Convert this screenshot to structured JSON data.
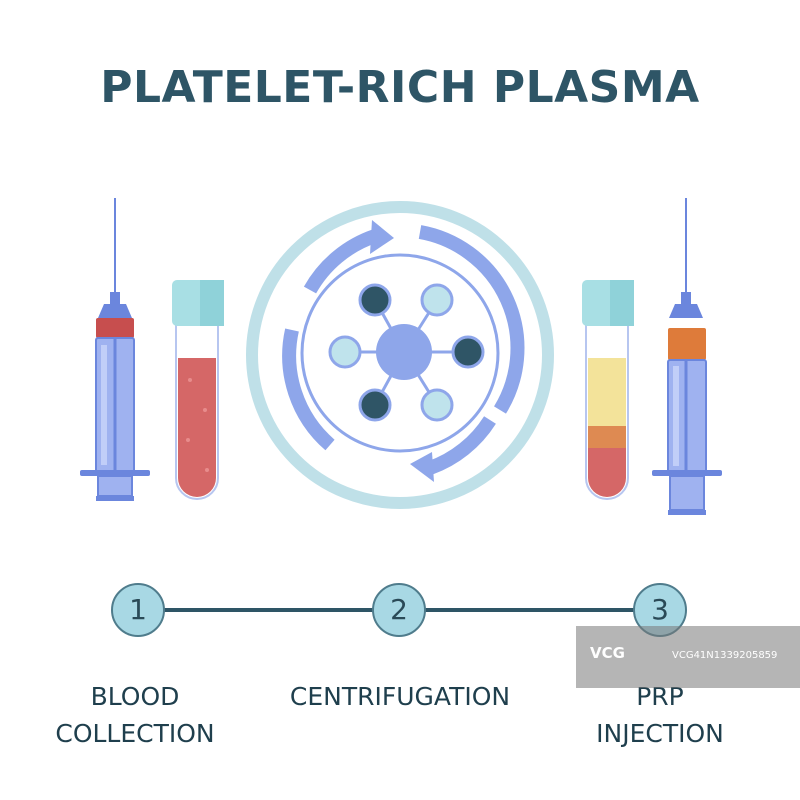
{
  "title": "PLATELET-RICH PLASMA",
  "steps": [
    {
      "number": "1",
      "label_line1": "BLOOD",
      "label_line2": "COLLECTION"
    },
    {
      "number": "2",
      "label_line1": "CENTRIFUGATION",
      "label_line2": ""
    },
    {
      "number": "3",
      "label_line1": "PRP",
      "label_line2": "INJECTION"
    }
  ],
  "watermark": {
    "logo": "VCG",
    "id": "VCG41N1339205859"
  },
  "colors": {
    "title": "#2e5566",
    "timeline_line": "#2e5566",
    "node_fill": "#a8d8e4",
    "blood": "#d56767",
    "plasma": "#f3e39a",
    "buffy": "#de8a52",
    "syringe_body": "#7f9be8",
    "ring": "#bfe0e8",
    "arrow": "#8ea6ea"
  }
}
